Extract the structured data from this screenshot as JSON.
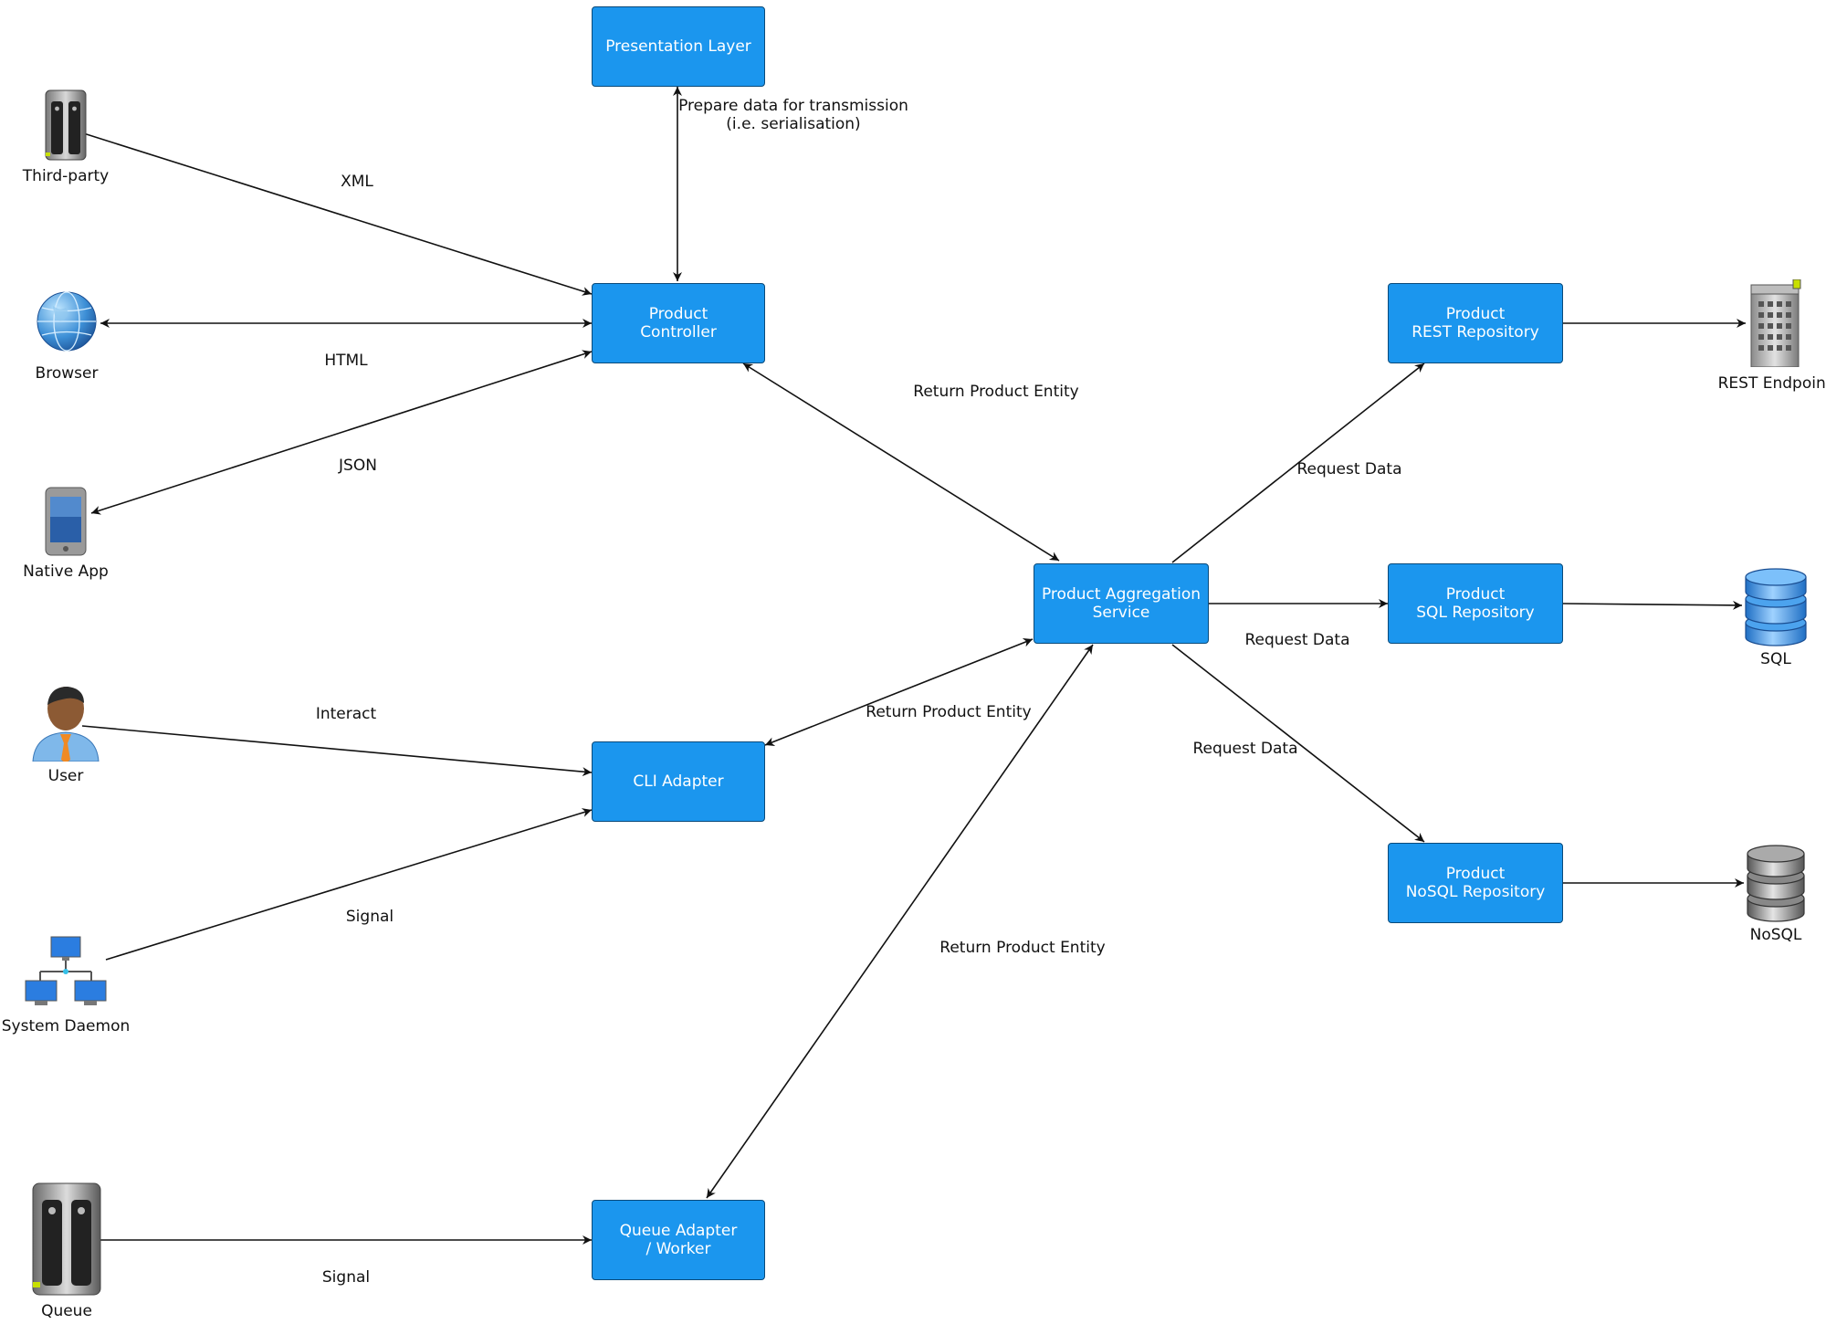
{
  "boxes": {
    "presentation_layer": "Presentation Layer",
    "product_controller": "Product\nController",
    "cli_adapter": "CLI Adapter",
    "queue_adapter": "Queue Adapter\n/ Worker",
    "aggregation_service": "Product Aggregation\nService",
    "rest_repository": "Product\nREST Repository",
    "sql_repository": "Product\nSQL Repository",
    "nosql_repository": "Product\nNoSQL Repository"
  },
  "actors": {
    "third_party": {
      "label": "Third-party",
      "icon": "server-icon"
    },
    "browser": {
      "label": "Browser",
      "icon": "globe-icon"
    },
    "native_app": {
      "label": "Native App",
      "icon": "phone-icon"
    },
    "user": {
      "label": "User",
      "icon": "person-icon"
    },
    "system_daemon": {
      "label": "System Daemon",
      "icon": "network-icon"
    },
    "queue": {
      "label": "Queue",
      "icon": "server-icon"
    },
    "rest_endpoint": {
      "label": "REST Endpoint",
      "icon": "building-icon"
    },
    "sql": {
      "label": "SQL",
      "icon": "database-icon"
    },
    "nosql": {
      "label": "NoSQL",
      "icon": "database-icon"
    }
  },
  "edges": {
    "xml": "XML",
    "html": "HTML",
    "json": "JSON",
    "prepare": "Prepare data for transmission\n(i.e. serialisation)",
    "return_controller": "Return Product Entity",
    "interact": "Interact",
    "signal_daemon": "Signal",
    "return_cli": "Return Product Entity",
    "return_queue": "Return Product Entity",
    "signal_queue": "Signal",
    "request_rest": "Request Data",
    "request_sql": "Request Data",
    "request_nosql": "Request Data"
  },
  "colors": {
    "box_fill": "#1b96ee",
    "box_border": "#0a4a7a",
    "line": "#111111"
  }
}
